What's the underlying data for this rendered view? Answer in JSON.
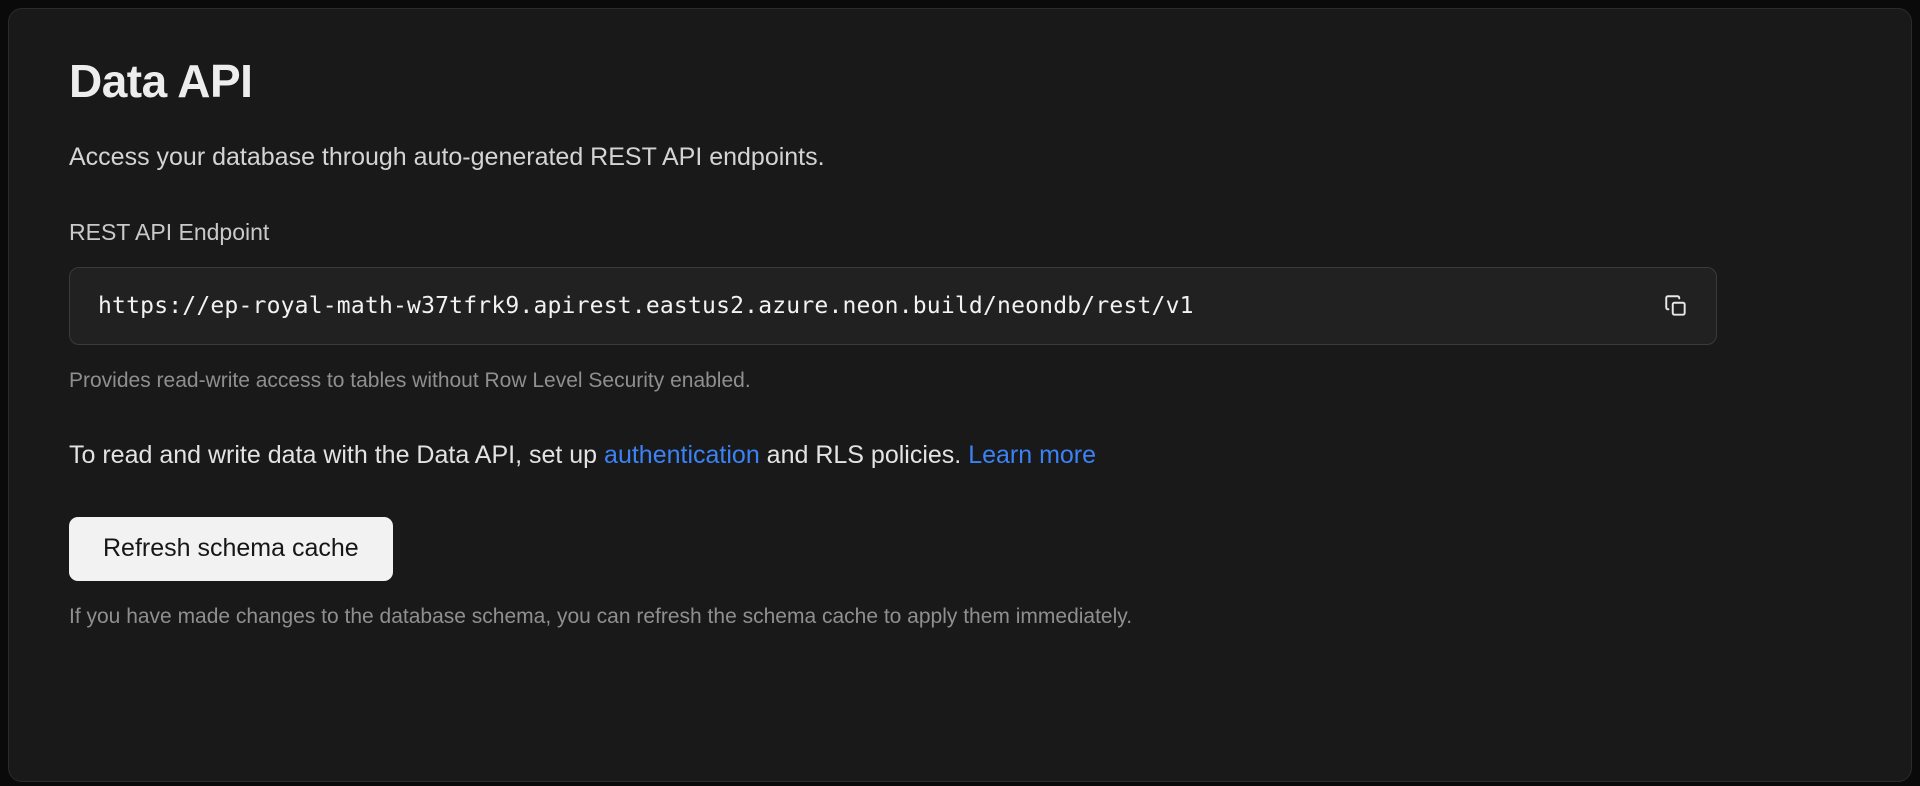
{
  "card": {
    "title": "Data API",
    "description": "Access your database through auto-generated REST API endpoints.",
    "endpoint": {
      "label": "REST API Endpoint",
      "value": "https://ep-royal-math-w37tfrk9.apirest.eastus2.azure.neon.build/neondb/rest/v1",
      "copy_icon": "copy-icon",
      "help_text": "Provides read-write access to tables without Row Level Security enabled."
    },
    "rls_line": {
      "prefix": "To read and write data with the Data API, set up ",
      "auth_link": "authentication",
      "middle": " and RLS policies. ",
      "learn_more_link": "Learn more"
    },
    "refresh": {
      "button_label": "Refresh schema cache",
      "footnote": "If you have made changes to the database schema, you can refresh the schema cache to apply them immediately."
    }
  },
  "colors": {
    "page_background": "#0a0a0a",
    "card_background": "#191919",
    "card_border": "#2b2b2b",
    "input_background": "#212121",
    "input_border": "#3a3a3a",
    "link_accent": "#3b82f6",
    "button_background": "#f2f2f2",
    "button_text": "#161616",
    "muted_text": "#8f8f8f"
  }
}
